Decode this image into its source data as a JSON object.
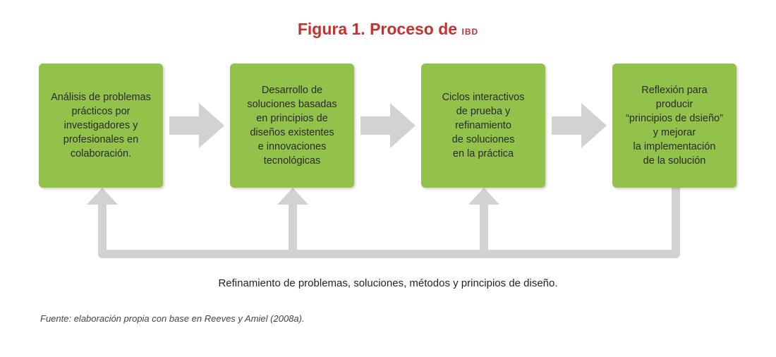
{
  "figure": {
    "title_prefix": "Figura 1. Proceso de ",
    "title_abbrev": "ibd"
  },
  "steps": [
    {
      "text": "Análisis de problemas\nprácticos por\ninvestigadores y\nprofesionales en\ncolaboración."
    },
    {
      "text": "Desarrollo de\nsoluciones basadas\nen principios de\ndiseños existentes\ne innovaciones\ntecnológicas"
    },
    {
      "text": "Ciclos interactivos\nde prueba y\nrefinamiento\nde soluciones\nen la práctica"
    },
    {
      "text": "Reflexión para\nproducir\n“principios de dsieño”\ny mejorar\nla implementación\nde la solución"
    }
  ],
  "feedback_label": "Refinamiento de problemas, soluciones, métodos y principios de diseño.",
  "source_note": "Fuente: elaboración propia con base en Reeves y Amiel (2008a).",
  "colors": {
    "box_fill": "#93c24a",
    "arrow": "#d2d2d2",
    "title": "#c8312d"
  }
}
